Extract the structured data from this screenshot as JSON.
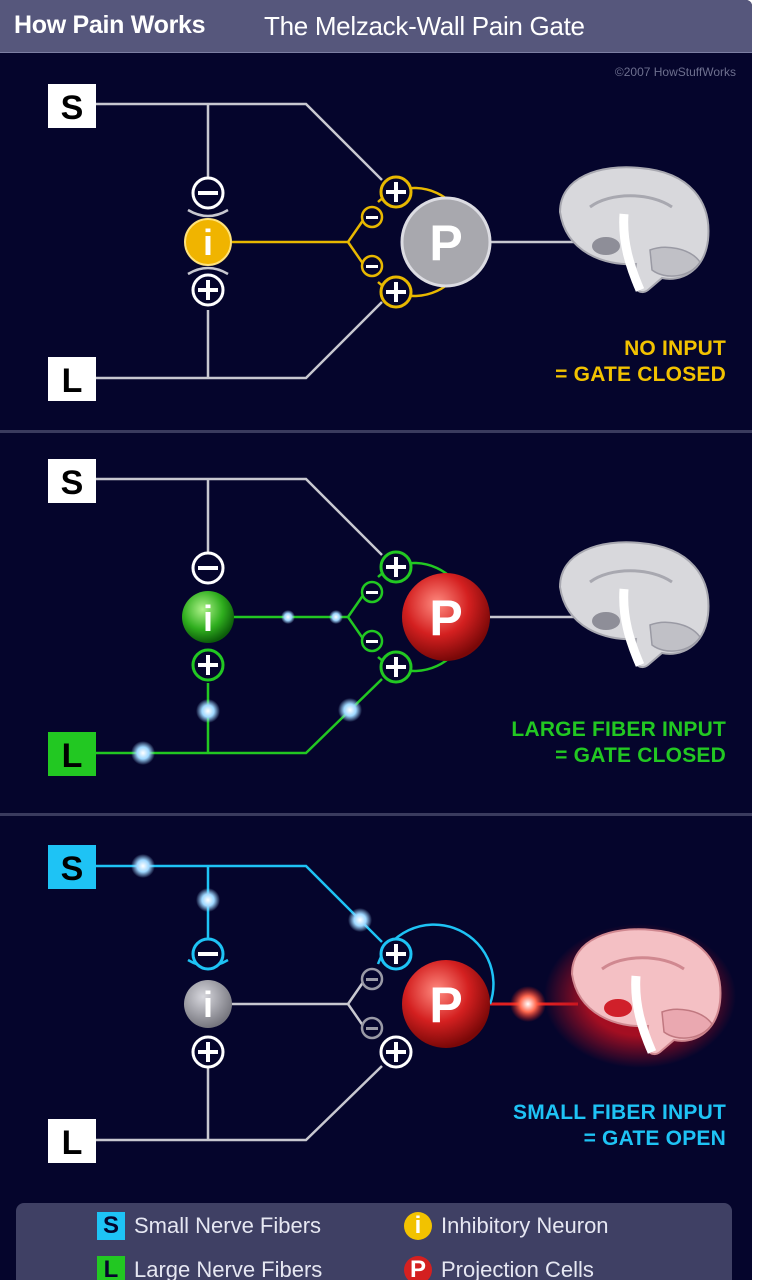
{
  "header": {
    "title": "How Pain Works",
    "subtitle": "The Melzack-Wall Pain Gate"
  },
  "copyright": "©2007 HowStuffWorks",
  "node_labels": {
    "small": "S",
    "large": "L",
    "inhibitory": "i",
    "projection": "P",
    "minus": "−",
    "plus": "+"
  },
  "panels": [
    {
      "status_line1": "NO INPUT",
      "status_line2": "= GATE CLOSED",
      "status_color": "#f2c200"
    },
    {
      "status_line1": "LARGE FIBER INPUT",
      "status_line2": "= GATE CLOSED",
      "status_color": "#22c822"
    },
    {
      "status_line1": "SMALL FIBER INPUT",
      "status_line2": "= GATE OPEN",
      "status_color": "#1ec3f5"
    }
  ],
  "legend": {
    "small_badge": "S",
    "small_label": "Small Nerve Fibers",
    "inhibitory_badge": "i",
    "inhibitory_label": "Inhibitory Neuron",
    "large_badge": "L",
    "large_label": "Large Nerve Fibers",
    "projection_badge": "P",
    "projection_label": "Projection Cells"
  },
  "colors": {
    "background": "#05052c",
    "header": "#56577c",
    "small_fiber": "#1ec3f5",
    "large_fiber": "#22c822",
    "inhibitory": "#f2c200",
    "projection": "#d42020",
    "inactive_line": "#c8c8d0"
  }
}
